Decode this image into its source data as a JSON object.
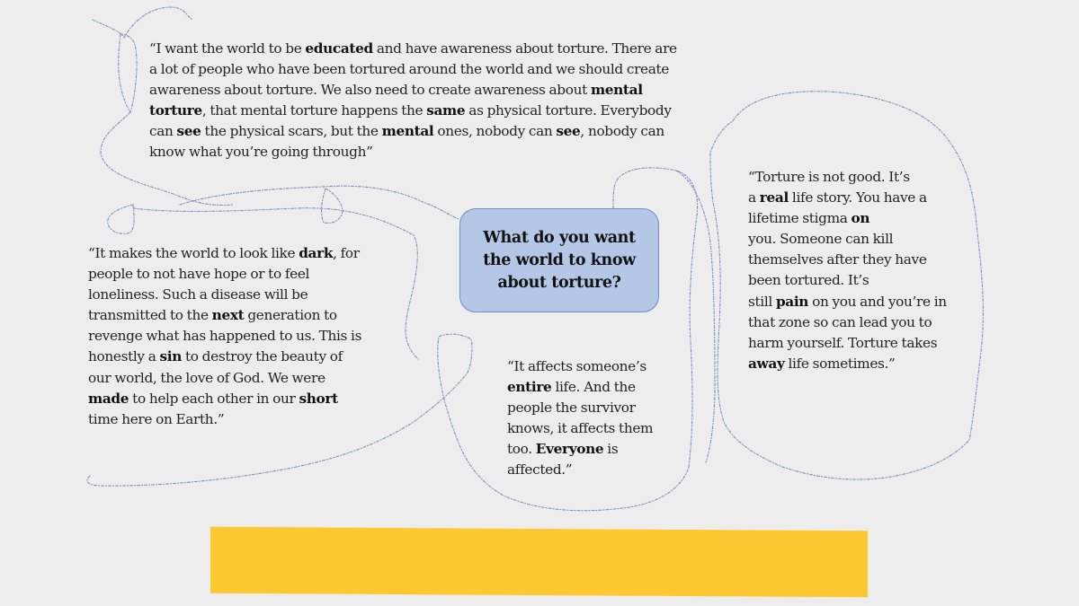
{
  "slide": {
    "background_color": "#eeedee",
    "question": {
      "lines": [
        "What do you want",
        "the world to know",
        "about torture?"
      ],
      "fill_color": "#b4c7e7",
      "border_color": "#6f8fc4"
    },
    "quotes": {
      "top": {
        "lines": [
          [
            {
              "t": "“I want the world to be "
            },
            {
              "t": "educated",
              "b": true
            },
            {
              "t": " and have awareness about torture. There are"
            }
          ],
          [
            {
              "t": "a lot of people who have been tortured around the world and we should create"
            }
          ],
          [
            {
              "t": "awareness about torture. We also need to create awareness about "
            },
            {
              "t": "mental",
              "b": true
            }
          ],
          [
            {
              "t": "torture",
              "b": true
            },
            {
              "t": ", that mental torture happens the "
            },
            {
              "t": "same",
              "b": true
            },
            {
              "t": " as physical torture. Everybody"
            }
          ],
          [
            {
              "t": "can "
            },
            {
              "t": "see",
              "b": true
            },
            {
              "t": " the physical scars, but the "
            },
            {
              "t": "mental",
              "b": true
            },
            {
              "t": " ones, nobody can "
            },
            {
              "t": "see",
              "b": true
            },
            {
              "t": ", nobody can"
            }
          ],
          [
            {
              "t": "know what you’re going through”"
            }
          ]
        ]
      },
      "left": {
        "lines": [
          [
            {
              "t": "“It makes the world to look like "
            },
            {
              "t": "dark",
              "b": true
            },
            {
              "t": ", for"
            }
          ],
          [
            {
              "t": "people to not have hope or to feel"
            }
          ],
          [
            {
              "t": "loneliness.  Such a disease will be"
            }
          ],
          [
            {
              "t": "transmitted to the "
            },
            {
              "t": "next",
              "b": true
            },
            {
              "t": " generation to"
            }
          ],
          [
            {
              "t": "revenge what has happened to us.  This is"
            }
          ],
          [
            {
              "t": "honestly a "
            },
            {
              "t": "sin",
              "b": true
            },
            {
              "t": " to destroy the beauty of"
            }
          ],
          [
            {
              "t": "our world, the love of God.  We were"
            }
          ],
          [
            {
              "t": "made",
              "b": true
            },
            {
              "t": " to help each other in our "
            },
            {
              "t": "short",
              "b": true
            }
          ],
          [
            {
              "t": "time here on Earth.”"
            }
          ]
        ]
      },
      "center": {
        "lines": [
          [
            {
              "t": "“It affects someone’s"
            }
          ],
          [
            {
              "t": "entire",
              "b": true
            },
            {
              "t": " life. And the"
            }
          ],
          [
            {
              "t": "people the survivor"
            }
          ],
          [
            {
              "t": "knows, it affects them"
            }
          ],
          [
            {
              "t": "too. "
            },
            {
              "t": "Everyone",
              "b": true
            },
            {
              "t": " is"
            }
          ],
          [
            {
              "t": "affected.”"
            }
          ]
        ]
      },
      "right": {
        "lines": [
          [
            {
              "t": "“Torture is not good.  It’s"
            }
          ],
          [
            {
              "t": "a "
            },
            {
              "t": "real",
              "b": true
            },
            {
              "t": " life story.  You have a"
            }
          ],
          [
            {
              "t": "lifetime stigma "
            },
            {
              "t": "on",
              "b": true
            }
          ],
          [
            {
              "t": "you.  Someone can kill"
            }
          ],
          [
            {
              "t": "themselves after they have"
            }
          ],
          [
            {
              "t": "been tortured.  It’s"
            }
          ],
          [
            {
              "t": "still "
            },
            {
              "t": "pain",
              "b": true
            },
            {
              "t": " on you and you’re in"
            }
          ],
          [
            {
              "t": "that zone so can lead you to"
            }
          ],
          [
            {
              "t": "harm yourself.  Torture takes"
            }
          ],
          [
            {
              "t": "away",
              "b": true
            },
            {
              "t": " life sometimes.”"
            }
          ]
        ]
      }
    },
    "decorations": {
      "dashed_line_color": "#6b7fae",
      "highlight_bar_color": "#fdc830"
    }
  }
}
